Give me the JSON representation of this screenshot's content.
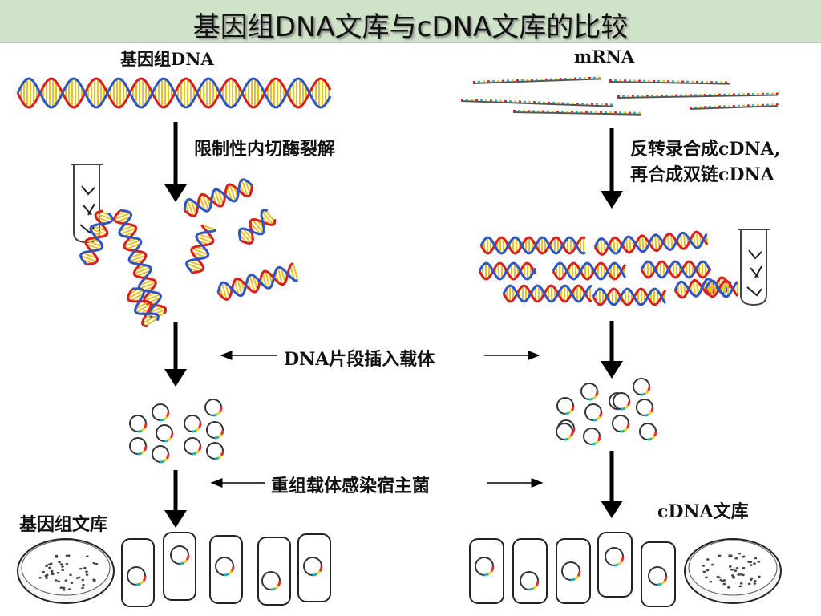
{
  "title": "基因组DNA文库与cDNA文库的比较",
  "left": {
    "top_label": "基因组DNA",
    "step1": "限制性内切酶裂解",
    "library_label": "基因组文库"
  },
  "right": {
    "top_label": "mRNA",
    "step1_line1": "反转录合成cDNA,",
    "step1_line2": "再合成双链cDNA",
    "library_label": "cDNA文库"
  },
  "shared": {
    "step2": "DNA片段插入载体",
    "step3": "重组载体感染宿主菌"
  },
  "colors": {
    "title_bar": "#cfe3c8",
    "strand_red": "#d62020",
    "strand_blue": "#2d55c8",
    "base_yellow": "#e8c020",
    "plasmid_red": "#e03030",
    "plasmid_yellow": "#f0d020",
    "plasmid_cyan": "#20b0c0",
    "arrow": "#000000"
  },
  "icons": [
    "dna-double-helix",
    "mrna-strands",
    "test-tube",
    "plasmid-circle",
    "bacterial-cell",
    "petri-dish",
    "down-arrow",
    "double-arrow"
  ]
}
